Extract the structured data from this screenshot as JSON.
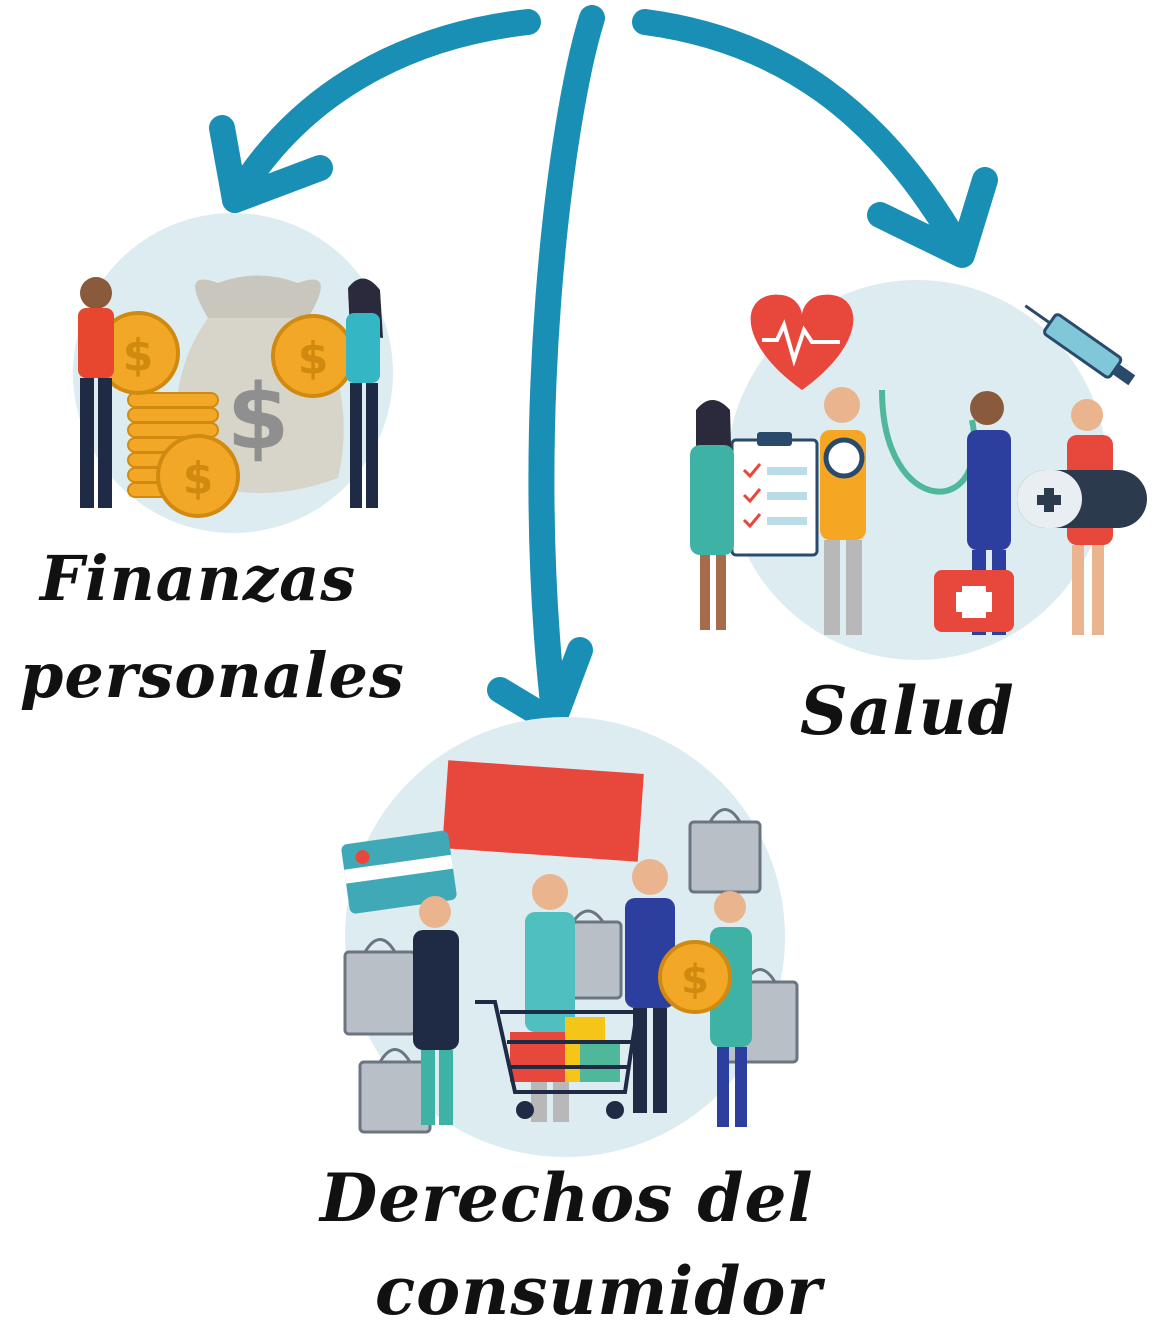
{
  "colors": {
    "arrow": "#1a8fb5",
    "circle": "#dcecf1",
    "text": "#111111"
  },
  "topics": {
    "finanzas": {
      "line1": "Finanzas",
      "line2": "personales",
      "icon": "money-bag-coins-illustration"
    },
    "salud": {
      "line1": "Salud",
      "icon": "health-care-team-illustration"
    },
    "consumidor": {
      "line1": "Derechos del",
      "line2": "consumidor",
      "icon": "shopping-consumers-illustration"
    }
  }
}
